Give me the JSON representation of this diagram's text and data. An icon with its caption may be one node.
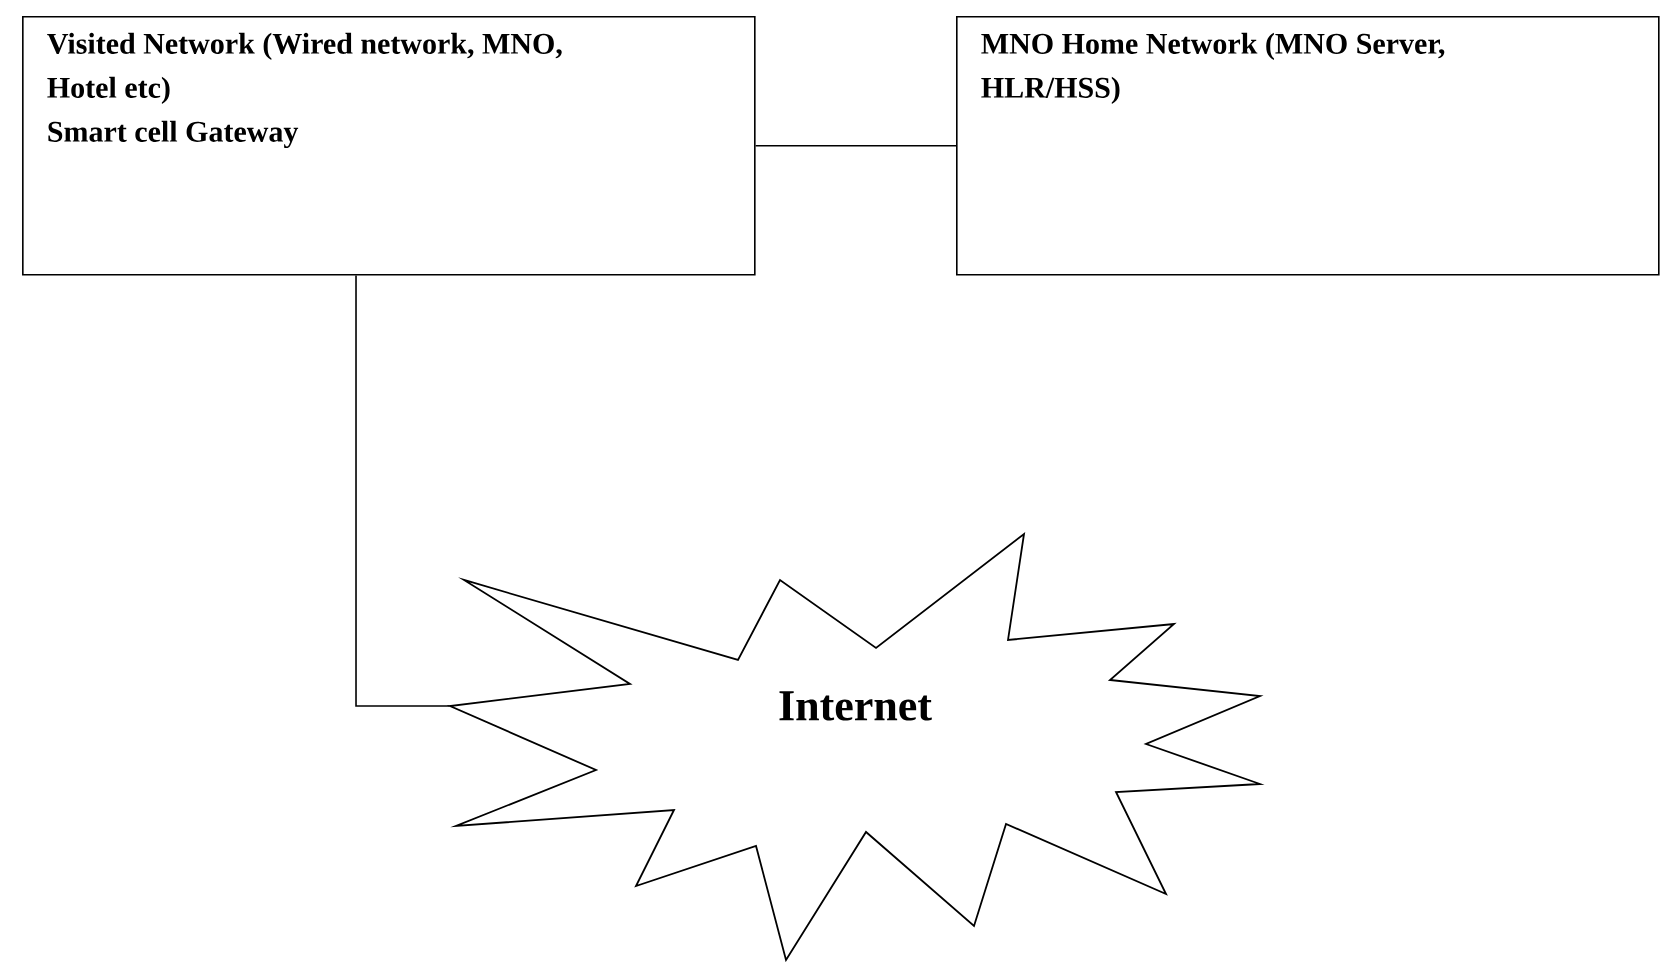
{
  "diagram": {
    "nodes": [
      {
        "text": [
          "Visited Network (Wired network, MNO, Hotel etc)",
          "Smart cell Gateway"
        ]
      },
      {
        "text": [
          "MNO Home Network (MNO Server, HLR/HSS)"
        ]
      },
      {
        "text": [
          "Internet"
        ]
      }
    ],
    "edges": [
      {
        "from": 0,
        "to": 1,
        "arrow": "none"
      },
      {
        "from": 0,
        "to": 2,
        "arrow": "none"
      }
    ]
  }
}
